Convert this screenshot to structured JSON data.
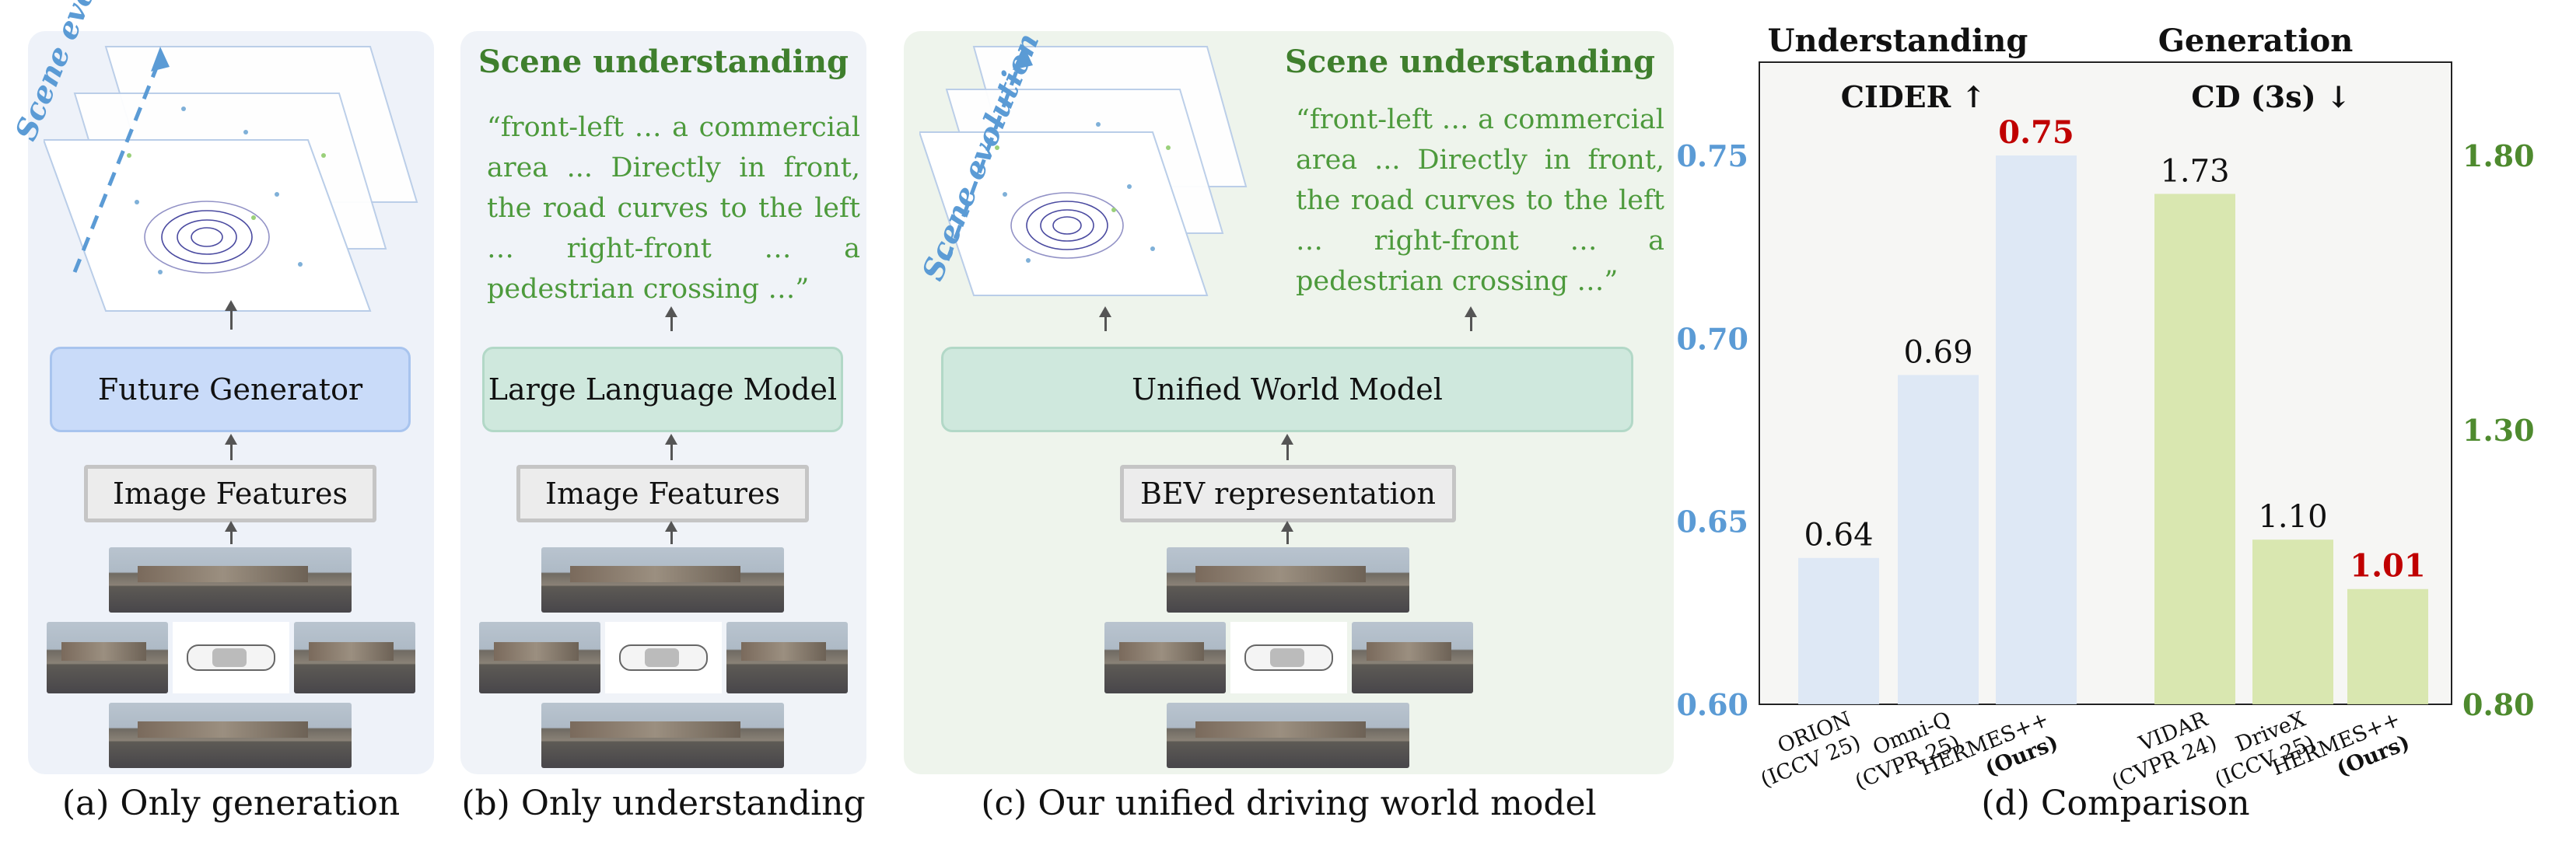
{
  "panel_a": {
    "scene_label": "Scene evolution",
    "box_top": "Future Generator",
    "box_bottom": "Image Features",
    "caption": "(a) Only generation"
  },
  "panel_b": {
    "title": "Scene understanding",
    "quote": "“front-left … a commercial area ... Directly in front, the road curves to the left … right-front … a pedestrian crossing …”",
    "box_top": "Large Language Model",
    "box_bottom": "Image Features",
    "caption": "(b) Only understanding"
  },
  "panel_c": {
    "scene_label": "Scene evolution",
    "title": "Scene understanding",
    "quote": "“front-left … a commercial area ... Directly in front, the road curves to the left … right-front … a pedestrian crossing …”",
    "box_top": "Unified World Model",
    "box_bottom": "BEV representation",
    "caption": "(c) Our unified driving world model"
  },
  "panel_d": {
    "caption": "(d) Comparison"
  },
  "chart_data": {
    "type": "bar",
    "groups": [
      {
        "title": "Understanding",
        "metric": "CIDER ↑",
        "axis": "left",
        "ylim": [
          0.6,
          0.75
        ],
        "yticks": [
          "0.60",
          "0.65",
          "0.70",
          "0.75"
        ],
        "tick_values": [
          0.6,
          0.65,
          0.7,
          0.75
        ],
        "bars": [
          {
            "label1": "ORION",
            "label2": "(ICCV 25)",
            "value": 0.64,
            "value_label": "0.64",
            "highlight": false
          },
          {
            "label1": "Omni-Q",
            "label2": "(CVPR 25)",
            "value": 0.69,
            "value_label": "0.69",
            "highlight": false
          },
          {
            "label1": "HERMES++",
            "label2": "(Ours)",
            "value": 0.75,
            "value_label": "0.75",
            "highlight": true
          }
        ]
      },
      {
        "title": "Generation",
        "metric": "CD (3s) ↓",
        "axis": "right",
        "ylim": [
          0.8,
          1.8
        ],
        "yticks": [
          "0.80",
          "1.30",
          "1.80"
        ],
        "tick_values": [
          0.8,
          1.3,
          1.8
        ],
        "bars": [
          {
            "label1": "VIDAR",
            "label2": "(CVPR 24)",
            "value": 1.73,
            "value_label": "1.73",
            "highlight": false
          },
          {
            "label1": "DriveX",
            "label2": "(ICCV 25)",
            "value": 1.1,
            "value_label": "1.10",
            "highlight": false
          },
          {
            "label1": "HERMES++",
            "label2": "(Ours)",
            "value": 1.01,
            "value_label": "1.01",
            "highlight": true
          }
        ]
      }
    ],
    "colors": {
      "left_axis": "#5b9bd5",
      "right_axis": "#4e8a2e",
      "understanding_bar": "#dbe7f5",
      "generation_bar": "#d6e6a8",
      "highlight_text": "#c00000"
    }
  }
}
